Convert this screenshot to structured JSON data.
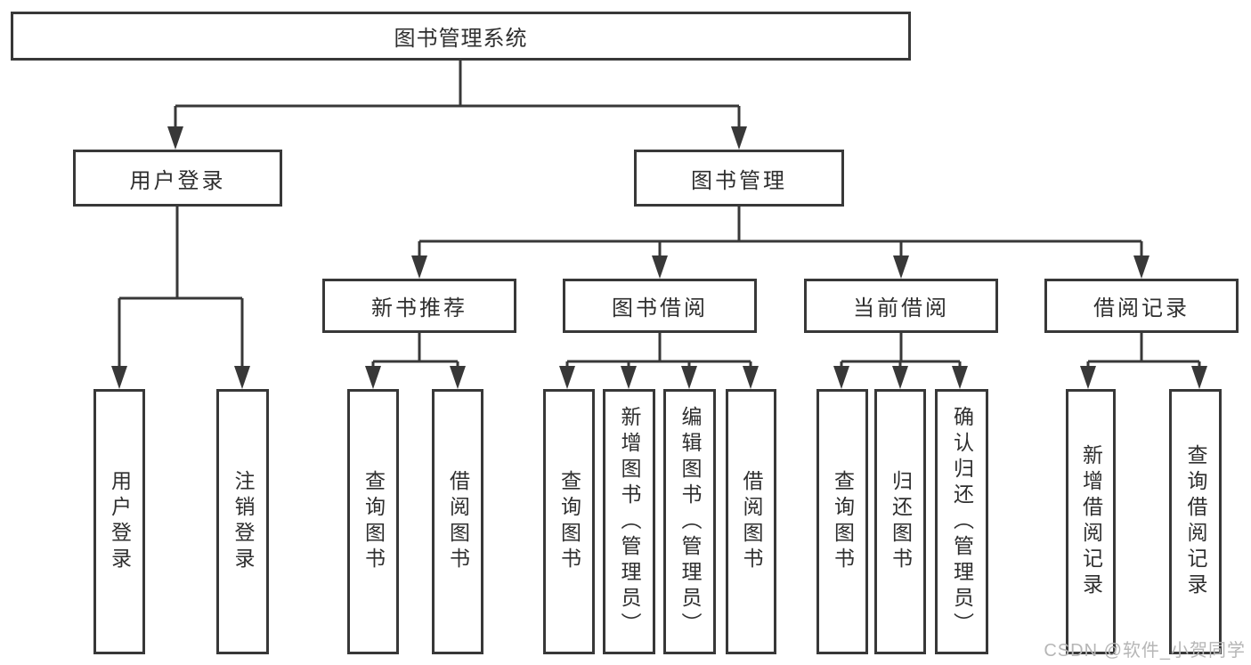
{
  "diagram": {
    "root": {
      "label": "图书管理系统"
    },
    "branches": [
      {
        "label": "用户登录",
        "children": [
          {
            "label": "用户登录"
          },
          {
            "label": "注销登录"
          }
        ]
      },
      {
        "label": "图书管理",
        "children": [
          {
            "label": "新书推荐",
            "children": [
              {
                "label": "查询图书"
              },
              {
                "label": "借阅图书"
              }
            ]
          },
          {
            "label": "图书借阅",
            "children": [
              {
                "label": "查询图书"
              },
              {
                "label": "新增图书（管理员）"
              },
              {
                "label": "编辑图书（管理员）"
              },
              {
                "label": "借阅图书"
              }
            ]
          },
          {
            "label": "当前借阅",
            "children": [
              {
                "label": "查询图书"
              },
              {
                "label": "归还图书"
              },
              {
                "label": "确认归还（管理员）"
              }
            ]
          },
          {
            "label": "借阅记录",
            "children": [
              {
                "label": "新增借阅记录"
              },
              {
                "label": "查询借阅记录"
              }
            ]
          }
        ]
      }
    ]
  },
  "watermark": {
    "text": "CSDN @软件_小贺同学"
  },
  "colors": {
    "line": "#383838",
    "box_fill": "#ffffff",
    "text": "#2f2f2f",
    "watermark": "#b6b6b6",
    "background": "#ffffff"
  }
}
